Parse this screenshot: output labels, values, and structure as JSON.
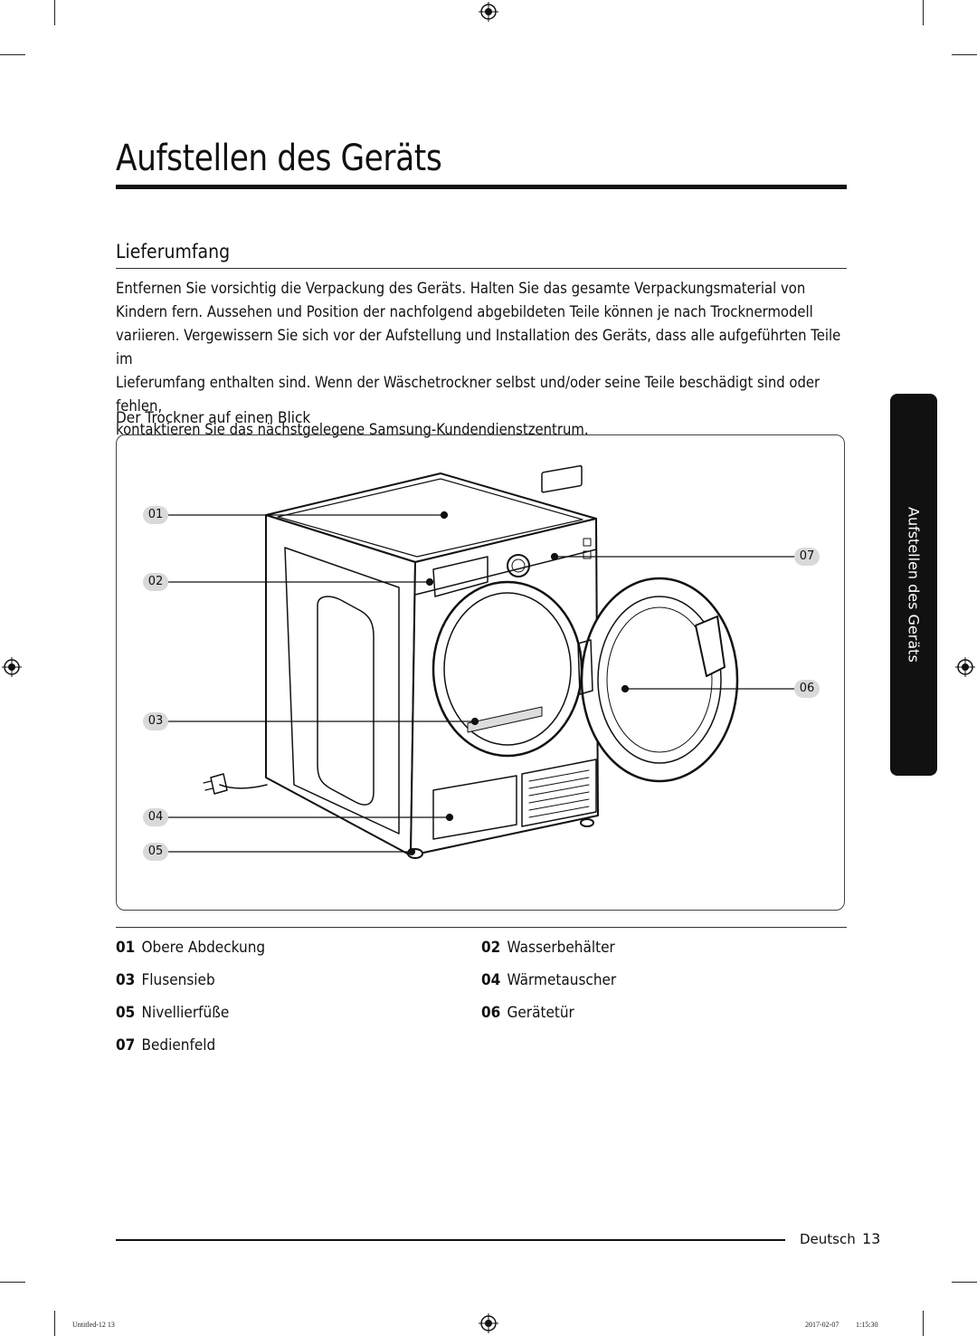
{
  "page": {
    "title": "Aufstellen des Geräts",
    "section_title": "Lieferumfang",
    "intro_lines": [
      "Entfernen Sie vorsichtig die Verpackung des Geräts. Halten Sie das gesamte Verpackungsmaterial von",
      "Kindern fern. Aussehen und Position der nachfolgend abgebildeten Teile können je nach Trocknermodell",
      "variieren. Vergewissern Sie sich vor der Aufstellung und Installation des Geräts, dass alle aufgeführten Teile im",
      "Lieferumfang enthalten sind. Wenn der Wäschetrockner selbst und/oder seine Teile beschädigt sind oder fehlen,",
      "kontaktieren Sie das nächstgelegene Samsung-Kundendienstzentrum."
    ],
    "subheading": "Der Trockner auf einen Blick"
  },
  "figure": {
    "callouts": [
      "01",
      "02",
      "03",
      "04",
      "05",
      "06",
      "07"
    ]
  },
  "legend": [
    {
      "num": "01",
      "label": "Obere Abdeckung"
    },
    {
      "num": "02",
      "label": "Wasserbehälter"
    },
    {
      "num": "03",
      "label": "Flusensieb"
    },
    {
      "num": "04",
      "label": "Wärmetauscher"
    },
    {
      "num": "05",
      "label": "Nivellierfüße"
    },
    {
      "num": "06",
      "label": "Gerätetür"
    },
    {
      "num": "07",
      "label": "Bedienfeld"
    }
  ],
  "side_tab": {
    "label": "Aufstellen des Geräts"
  },
  "footer": {
    "language": "Deutsch",
    "page_number": "13"
  },
  "print_slug": {
    "file": "Untitled-12   13",
    "date": "2017-02-07",
    "time": "1:15:30"
  }
}
